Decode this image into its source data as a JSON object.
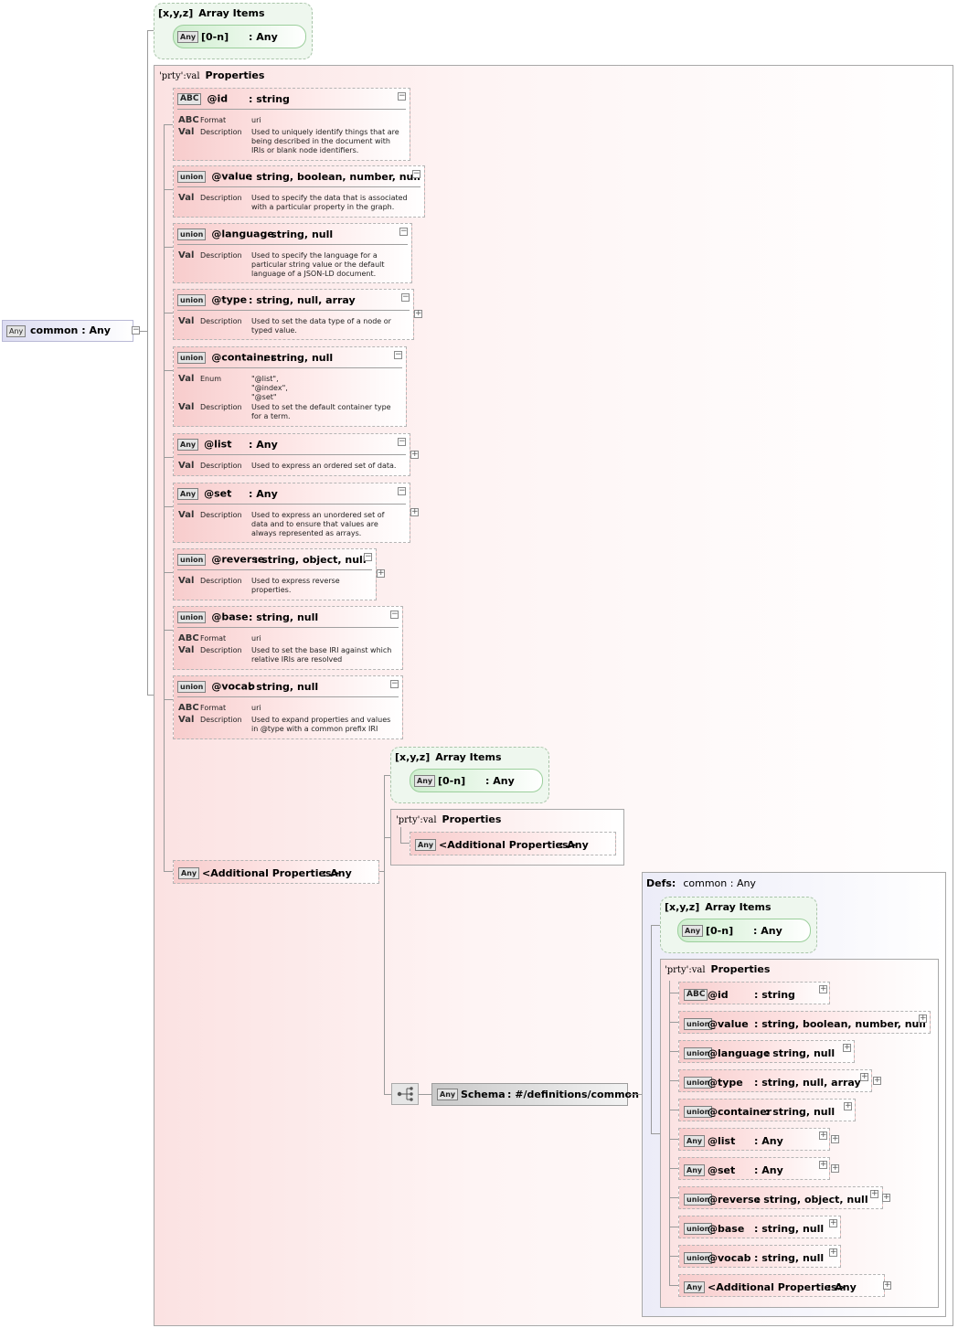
{
  "root": {
    "tag": "Any",
    "name": "common",
    "type": ": Any"
  },
  "array_top": {
    "title_icon": "[x,y,z]",
    "title": "Array Items",
    "item_tag": "Any",
    "item_name": "[0-n]",
    "item_type": ": Any"
  },
  "props_title": {
    "icon": "'prty':val",
    "label": "Properties"
  },
  "row_keys": {
    "format": "ABC",
    "value": "Val"
  },
  "properties": [
    {
      "tag": "ABC",
      "name": "@id",
      "type": ": string",
      "rows": [
        {
          "label": "Format",
          "value": "uri"
        },
        {
          "label": "Description",
          "value": "Used to uniquely identify things that are\nbeing described in the document with\nIRIs or blank node identifiers."
        }
      ]
    },
    {
      "tag": "union",
      "name": "@value",
      "type": ": string, boolean, number, null",
      "rows": [
        {
          "label": "Description",
          "value": "Used to specify the data that is associated\nwith a particular property in the graph."
        }
      ]
    },
    {
      "tag": "union",
      "name": "@language",
      "type": ": string, null",
      "rows": [
        {
          "label": "Description",
          "value": "Used to specify the language for a\nparticular string value or the default\nlanguage of a JSON-LD document."
        }
      ]
    },
    {
      "tag": "union",
      "name": "@type",
      "type": ": string, null, array",
      "rows": [
        {
          "label": "Description",
          "value": "Used to set the data type of a node or\ntyped value."
        }
      ]
    },
    {
      "tag": "union",
      "name": "@container",
      "type": ": string, null",
      "rows": [
        {
          "label": "Enum",
          "value": "\"@list\",\n\"@index\",\n\"@set\""
        },
        {
          "label": "Description",
          "value": "Used to set the default container type\nfor a term."
        }
      ]
    },
    {
      "tag": "Any",
      "name": "@list",
      "type": ": Any",
      "rows": [
        {
          "label": "Description",
          "value": "Used to express an ordered set of data."
        }
      ]
    },
    {
      "tag": "Any",
      "name": "@set",
      "type": ": Any",
      "rows": [
        {
          "label": "Description",
          "value": "Used to express an unordered set of\ndata and to ensure that values are\nalways represented as arrays."
        }
      ]
    },
    {
      "tag": "union",
      "name": "@reverse",
      "type": ": string, object, null",
      "rows": [
        {
          "label": "Description",
          "value": "Used to express reverse\nproperties."
        }
      ]
    },
    {
      "tag": "union",
      "name": "@base",
      "type": ": string, null",
      "rows": [
        {
          "label": "Format",
          "value": "uri"
        },
        {
          "label": "Description",
          "value": "Used to set the base IRI against which\nrelative IRIs are resolved"
        }
      ]
    },
    {
      "tag": "union",
      "name": "@vocab",
      "type": ": string, null",
      "rows": [
        {
          "label": "Format",
          "value": "uri"
        },
        {
          "label": "Description",
          "value": "Used to expand properties and values\nin @type with a common prefix IRI"
        }
      ]
    }
  ],
  "additional": {
    "tag": "Any",
    "name": "<Additional Properties>",
    "type": ": Any"
  },
  "array_mid": {
    "title_icon": "[x,y,z]",
    "title": "Array Items",
    "item_tag": "Any",
    "item_name": "[0-n]",
    "item_type": ": Any"
  },
  "props_mid": {
    "icon": "'prty':val",
    "label": "Properties",
    "item": {
      "tag": "Any",
      "name": "<Additional Properties>",
      "type": ": Any"
    }
  },
  "schema_ref": {
    "tag": "Any",
    "name": "Schema",
    "type": ": #/definitions/common"
  },
  "defs": {
    "label": "Defs:",
    "name": "common : Any",
    "array": {
      "title_icon": "[x,y,z]",
      "title": "Array Items",
      "item_tag": "Any",
      "item_name": "[0-n]",
      "item_type": ": Any"
    },
    "props_title": {
      "icon": "'prty':val",
      "label": "Properties"
    },
    "items": [
      {
        "tag": "ABC",
        "name": "@id",
        "type": ": string"
      },
      {
        "tag": "union",
        "name": "@value",
        "type": ": string, boolean, number, null"
      },
      {
        "tag": "union",
        "name": "@language",
        "type": ": string, null"
      },
      {
        "tag": "union",
        "name": "@type",
        "type": ": string, null, array"
      },
      {
        "tag": "union",
        "name": "@container",
        "type": ": string, null"
      },
      {
        "tag": "Any",
        "name": "@list",
        "type": ": Any"
      },
      {
        "tag": "Any",
        "name": "@set",
        "type": ": Any"
      },
      {
        "tag": "union",
        "name": "@reverse",
        "type": ": string, object, null"
      },
      {
        "tag": "union",
        "name": "@base",
        "type": ": string, null"
      },
      {
        "tag": "union",
        "name": "@vocab",
        "type": ": string, null"
      },
      {
        "tag": "Any",
        "name": "<Additional Properties>",
        "type": ": Any"
      }
    ]
  }
}
